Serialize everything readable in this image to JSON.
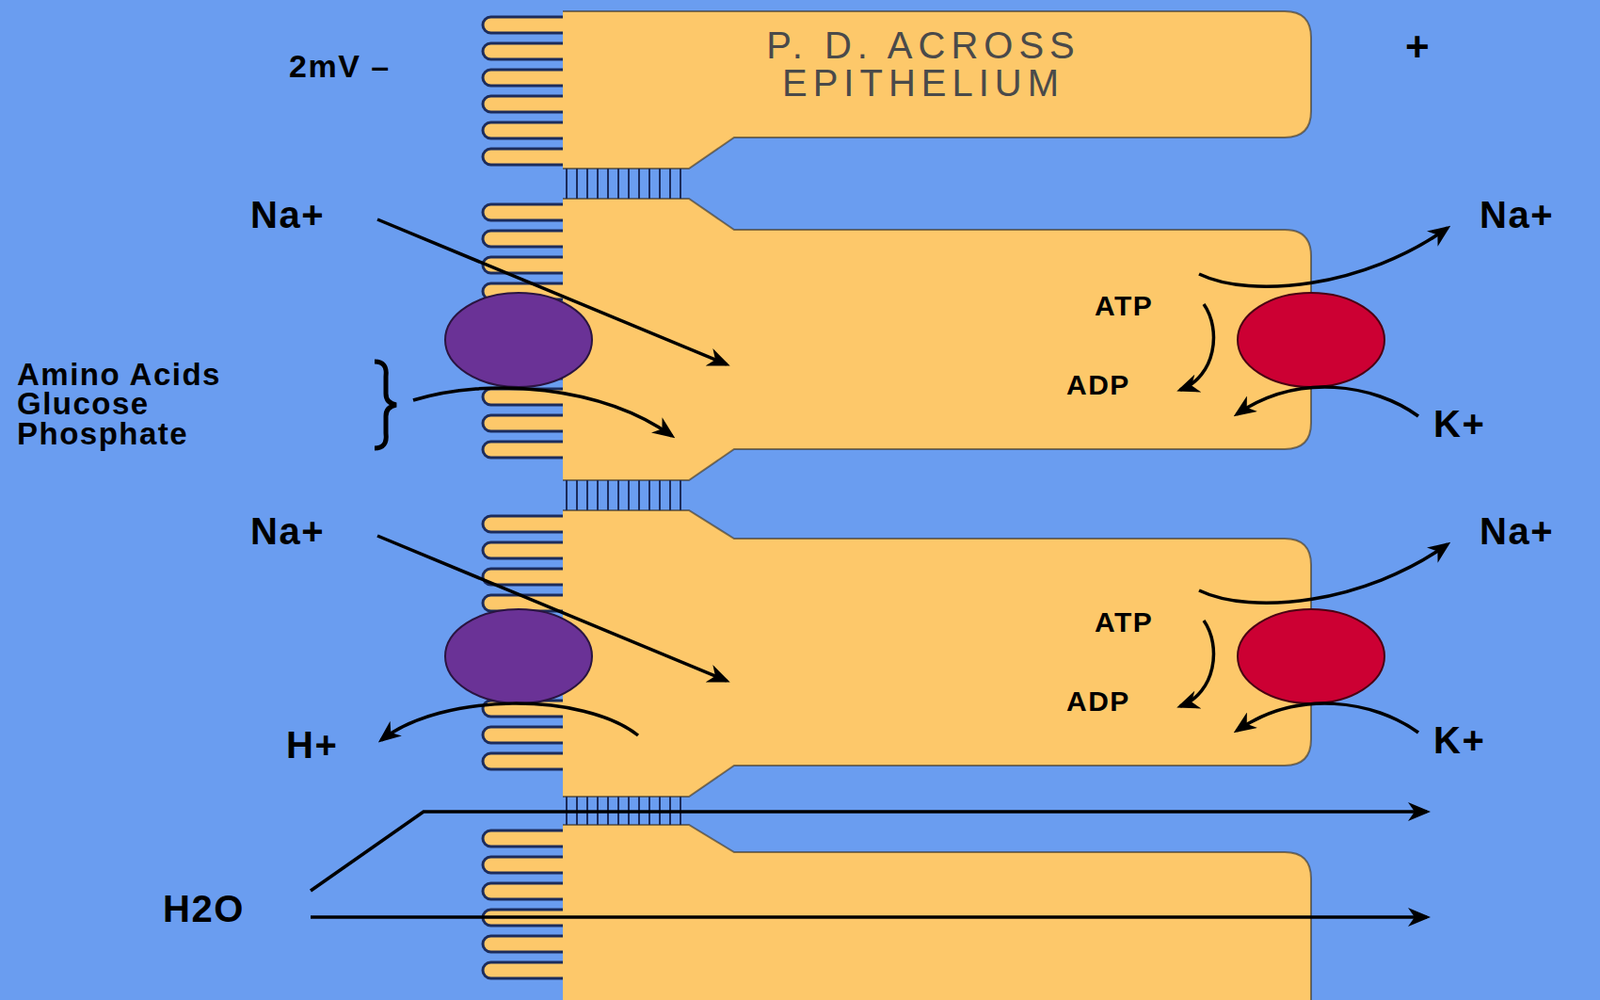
{
  "diagram": {
    "nodes": [
      {
        "text": [
          "P. D. ACROSS EPITHELIUM"
        ]
      }
    ],
    "labels": [
      "2mV –",
      "+",
      "Na+",
      "Na+",
      "ATP",
      "Amino Acids Glucose Phosphate",
      "ADP",
      "K+",
      "Na+",
      "Na+",
      "ATP",
      "ADP",
      "H+",
      "K+",
      "H2O"
    ]
  }
}
